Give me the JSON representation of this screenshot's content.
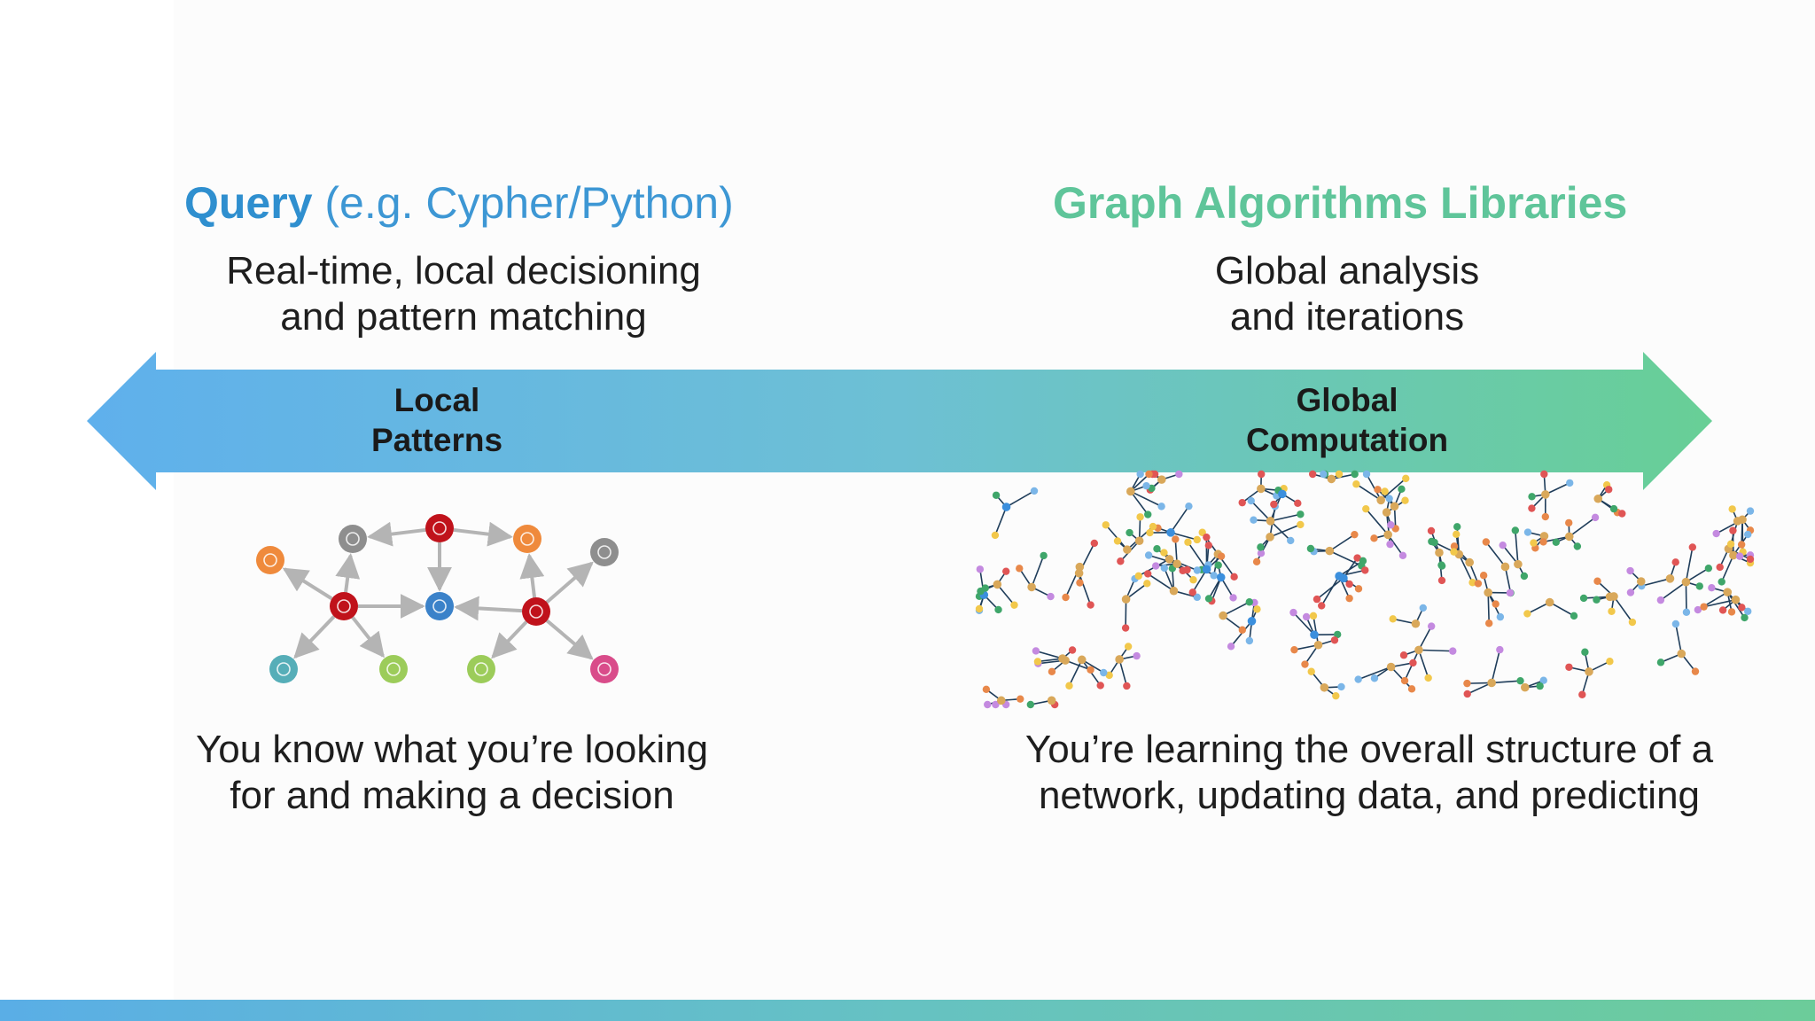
{
  "left": {
    "heading_bold": "Query",
    "heading_rest": " (e.g. Cypher/Python)",
    "subtitle_line1": "Real-time, local decisioning",
    "subtitle_line2": "and pattern matching",
    "arrow_label_line1": "Local",
    "arrow_label_line2": "Patterns",
    "bottom_line1": "You know what you’re looking",
    "bottom_line2": "for and making a decision"
  },
  "right": {
    "heading": "Graph Algorithms Libraries",
    "subtitle_line1": "Global analysis",
    "subtitle_line2": "and iterations",
    "arrow_label_line1": "Global",
    "arrow_label_line2": "Computation",
    "bottom_line1": "You’re learning the overall structure of a",
    "bottom_line2": "network, updating data, and predicting"
  },
  "colors": {
    "query_blue": "#2f8fcf",
    "algorithms_green": "#5fc59a",
    "arrow_start": "#5fb0ec",
    "arrow_end": "#68cf96",
    "fraud_node_red": "#c0121b",
    "device_node_gray": "#8e8e8e",
    "ip_node_orange": "#ef8a3c",
    "account_node_blue": "#3b82c9"
  },
  "local_graph_nodes": [
    {
      "id": "ip-left",
      "icon": "network-icon",
      "kind": "ip"
    },
    {
      "id": "phone-top",
      "icon": "phone-icon",
      "kind": "device"
    },
    {
      "id": "fraudster-top",
      "icon": "fraudster-icon",
      "kind": "fraud"
    },
    {
      "id": "ip-top-right",
      "icon": "network-icon",
      "kind": "ip"
    },
    {
      "id": "phone-right",
      "icon": "phone-icon",
      "kind": "device"
    },
    {
      "id": "fraudster-left",
      "icon": "fraudster-icon",
      "kind": "fraud"
    },
    {
      "id": "account-center",
      "icon": "bank-icon",
      "kind": "account"
    },
    {
      "id": "fraudster-right",
      "icon": "fraudster-icon",
      "kind": "fraud"
    },
    {
      "id": "card-bottom-left",
      "icon": "card-icon",
      "kind": "card"
    },
    {
      "id": "home-left",
      "icon": "home-icon",
      "kind": "home"
    },
    {
      "id": "home-right",
      "icon": "home-icon",
      "kind": "home"
    },
    {
      "id": "payment-right",
      "icon": "payment-icon",
      "kind": "payment"
    }
  ]
}
